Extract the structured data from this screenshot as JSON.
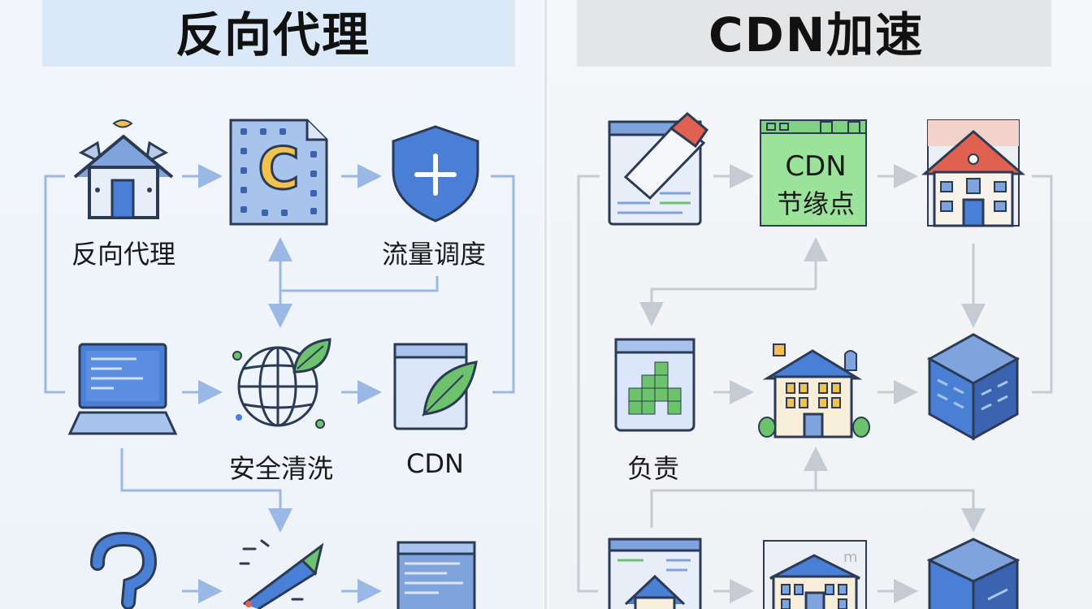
{
  "left_panel": {
    "title": "反向代理",
    "labels": {
      "reverse_proxy": "反向代理",
      "traffic_scheduling": "流量调度",
      "security_cleaning": "安全清洗",
      "cdn": "CDN"
    },
    "icon_letter": "C"
  },
  "right_panel": {
    "title": "CDN加速",
    "edge_node_line1": "CDN",
    "edge_node_line2": "节缘点",
    "labels": {
      "responsible": "负责"
    },
    "sign_text": "m"
  },
  "colors": {
    "accent_blue": "#4a7fd6",
    "arrow_blue": "#9ab8e6",
    "arrow_grey": "#c5cbd3",
    "leaf_green": "#6cc36c",
    "roof_red": "#e06150",
    "node_green": "#9be39b"
  }
}
